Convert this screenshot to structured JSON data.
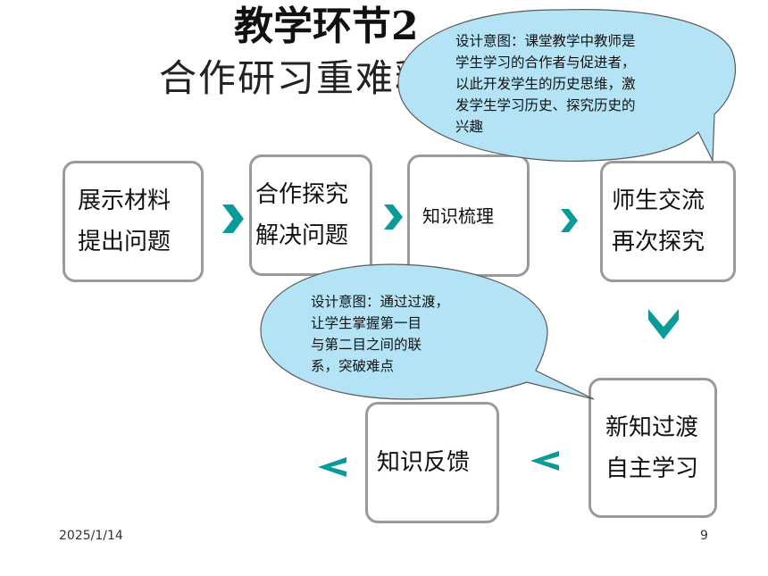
{
  "title": {
    "main": "教学环节2",
    "sub": "合作研习重难释疑"
  },
  "steps": [
    {
      "line1": "展示材料",
      "line2": "提出问题"
    },
    {
      "line1": "合作探究",
      "line2": "解决问题"
    },
    {
      "line1": "知识梳理"
    },
    {
      "line1": "师生交流",
      "line2": "再次探究"
    },
    {
      "line1": "新知过渡",
      "line2": "自主学习"
    },
    {
      "line1": "知识反馈"
    }
  ],
  "callouts": {
    "top": {
      "lines": [
        "设计意图：课堂教学中教师是",
        "学生学习的合作者与促进者，",
        "以此开发学生的历史思维，激",
        "发学生学习历史、探究历史的",
        "兴趣"
      ]
    },
    "middle": {
      "lines": [
        "设计意图：通过过渡，",
        "让学生掌握第一目",
        "与第二目之间的联",
        "系，突破难点"
      ]
    }
  },
  "colors": {
    "callout_fill": "#b4e3f5",
    "callout_stroke": "#5a5a5a",
    "arrow": "#0a9a9a",
    "box_border": "#9a9a9a"
  },
  "footer": {
    "date": "2025/1/14",
    "page": "9"
  }
}
